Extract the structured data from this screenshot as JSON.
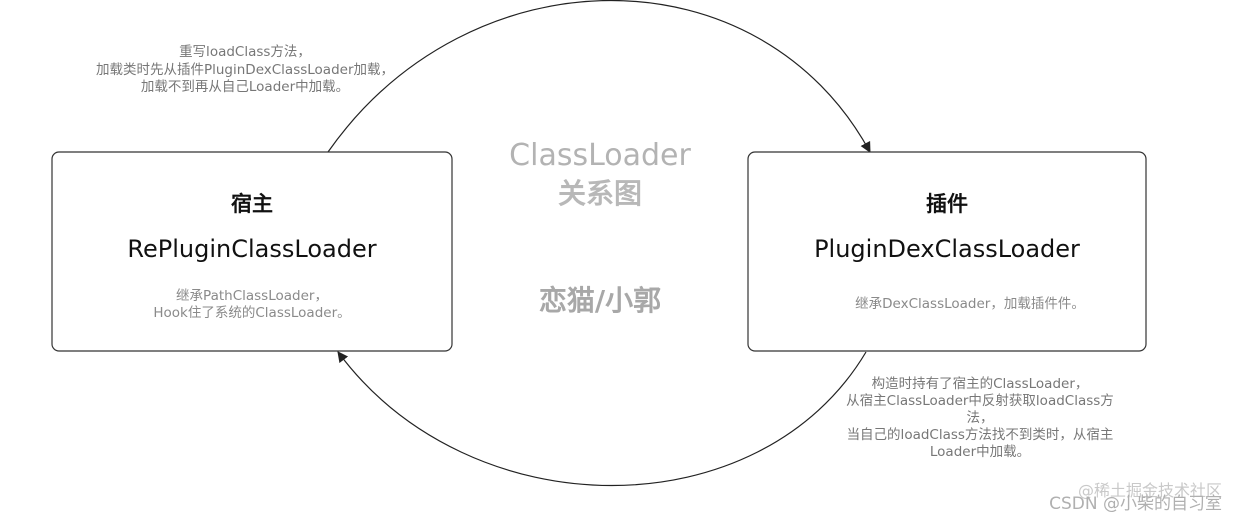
{
  "center": {
    "title_line1": "ClassLoader",
    "title_line2": "关系图",
    "author": "恋猫/小郭"
  },
  "host": {
    "title": "宿主",
    "class_name": "RePluginClassLoader",
    "desc_lines": [
      "继承PathClassLoader，",
      "Hook住了系统的ClassLoader。"
    ]
  },
  "plugin": {
    "title": "插件",
    "class_name": "PluginDexClassLoader",
    "desc_lines": [
      "继承DexClassLoader，加载插件件。"
    ]
  },
  "top_annotation": {
    "lines": [
      "重写loadClass方法，",
      "加载类时先从插件PluginDexClassLoader加载，",
      "加载不到再从自己Loader中加载。"
    ]
  },
  "bottom_annotation": {
    "lines": [
      "构造时持有了宿主的ClassLoader，",
      "从宿主ClassLoader中反射获取loadClass方",
      "法，",
      "当自己的loadClass方法找不到类时，从宿主",
      "Loader中加载。"
    ]
  },
  "watermarks": {
    "community": "@稀土掘金技术社区",
    "csdn": "CSDN @小柴的自习室"
  }
}
